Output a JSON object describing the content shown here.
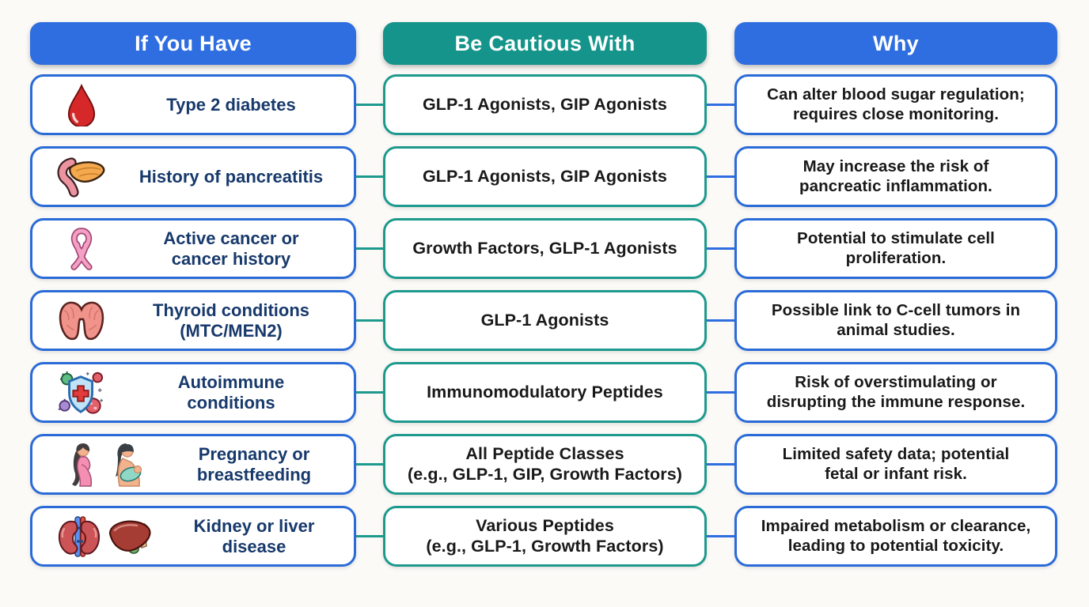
{
  "headers": {
    "col1": "If You Have",
    "col2": "Be Cautious With",
    "col3": "Why"
  },
  "colors": {
    "header_blue": "#2f6ee0",
    "header_teal": "#14948a",
    "border_blue": "#2a6bd8",
    "border_teal": "#1d9a8d",
    "condition_text": "#17396b",
    "body_text": "#191919",
    "background": "#fbfaf7"
  },
  "icons": [
    "blood-drop-icon",
    "pancreas-icon",
    "awareness-ribbon-icon",
    "thyroid-icon",
    "immune-shield-icon",
    "pregnant-woman-icon",
    "breastfeeding-icon",
    "kidneys-icon",
    "liver-icon"
  ],
  "rows": [
    {
      "icon": "blood-drop-icon",
      "condition": "Type 2 diabetes",
      "caution": "GLP-1 Agonists, GIP Agonists",
      "why": "Can alter blood sugar regulation;\nrequires close monitoring."
    },
    {
      "icon": "pancreas-icon",
      "condition": "History of pancreatitis",
      "caution": "GLP-1 Agonists, GIP Agonists",
      "why": "May increase the risk of\npancreatic inflammation."
    },
    {
      "icon": "awareness-ribbon-icon",
      "condition": "Active cancer or\ncancer history",
      "caution": "Growth Factors, GLP-1 Agonists",
      "why": "Potential to stimulate cell\nproliferation."
    },
    {
      "icon": "thyroid-icon",
      "condition": "Thyroid conditions\n(MTC/MEN2)",
      "caution": "GLP-1 Agonists",
      "why": "Possible link to C-cell tumors in\nanimal studies."
    },
    {
      "icon": "immune-shield-icon",
      "condition": "Autoimmune\nconditions",
      "caution": "Immunomodulatory Peptides",
      "why": "Risk of overstimulating or\ndisrupting the immune response."
    },
    {
      "icon": "pregnancy-breastfeeding-icon",
      "condition": "Pregnancy or\nbreastfeeding",
      "caution": "All Peptide Classes\n(e.g., GLP-1, GIP, Growth Factors)",
      "why": "Limited safety data; potential\nfetal or infant risk."
    },
    {
      "icon": "kidney-liver-icon",
      "condition": "Kidney or liver\ndisease",
      "caution": "Various Peptides\n(e.g., GLP-1, Growth Factors)",
      "why": "Impaired metabolism or clearance,\nleading to potential toxicity."
    }
  ]
}
